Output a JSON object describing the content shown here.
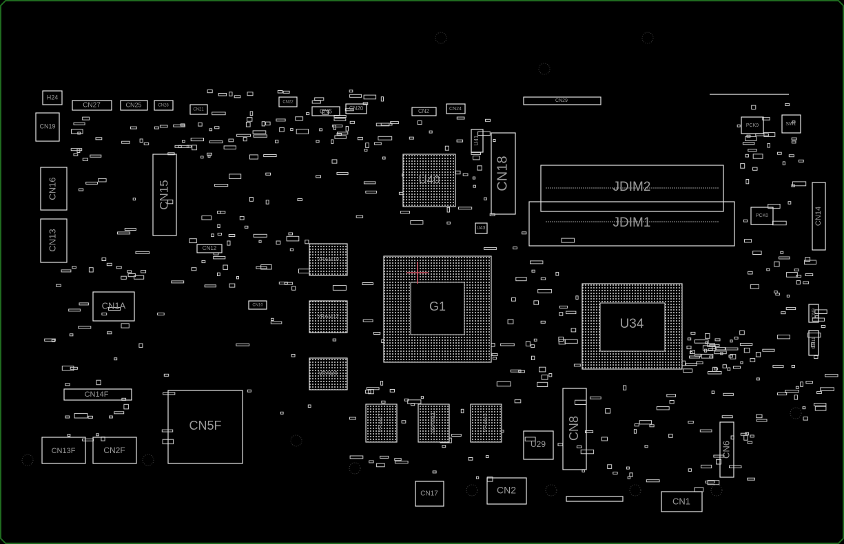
{
  "board": {
    "outline_color": "#1f6b1f",
    "trace_color": "#e6e6e6",
    "label_color": "#9a9a9a"
  },
  "labels": {
    "CN27": "CN27",
    "CN25": "CN25",
    "CN28": "CN28",
    "CN21": "CN21",
    "CN22": "CN22",
    "CN5": "CN5",
    "CN20": "CN20",
    "CN2top": "CN2",
    "CN24": "CN24",
    "U41": "U41",
    "CN29": "CN29",
    "CN19": "CN19",
    "H24": "H24",
    "CN16": "CN16",
    "CN15": "CN15",
    "CN13": "CN13",
    "CN12": "CN12",
    "CN1A": "CN1A",
    "U40": "U40",
    "CN18": "CN18",
    "JDIM2": "JDIM2",
    "JDIM1": "JDIM1",
    "CN14": "CN14",
    "PCK9": "PCK9",
    "SW1": "SW1",
    "PCK0": "PCK0",
    "G1": "G1",
    "VRAM10": "VRAM10",
    "VRAM12": "VRAM12",
    "VRAM9": "VRAM9",
    "U34": "U34",
    "CN14F": "CN14F",
    "CN5F": "CN5F",
    "CN13F": "CN13F",
    "CN2F": "CN2F",
    "VRAM7": "VRAM7",
    "VRAM11": "VRAM11",
    "VRAM3": "VRAM3",
    "CN8": "CN8",
    "U29": "U29",
    "CN17": "CN17",
    "CN2": "CN2",
    "CN6": "CN6",
    "CN1": "CN1",
    "U43": "U43",
    "CN10": "CN10",
    "CN11": "CN11",
    "CN9": "CN9"
  }
}
